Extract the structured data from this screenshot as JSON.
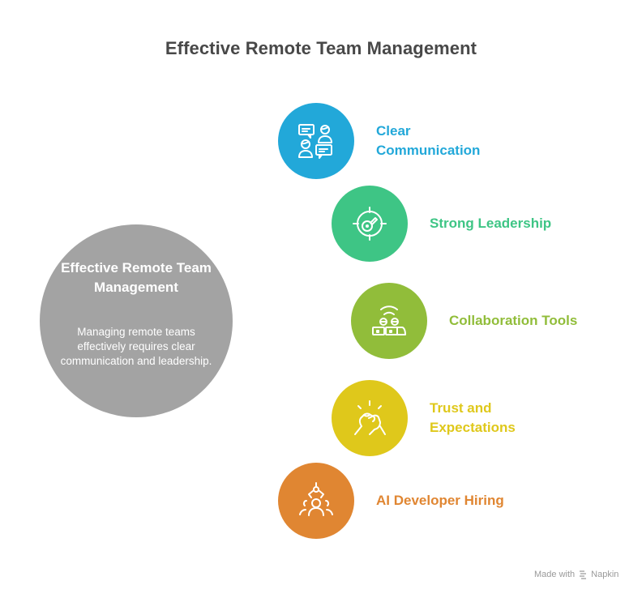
{
  "title": "Effective Remote Team Management",
  "hub": {
    "title": "Effective Remote Team Management",
    "description": "Managing remote teams effectively requires clear communication and leadership.",
    "color": "#a3a3a3"
  },
  "nodes": [
    {
      "label": "Clear Communication",
      "icon": "chat-people-icon",
      "color": "#22a8d9"
    },
    {
      "label": "Strong Leadership",
      "icon": "target-key-icon",
      "color": "#3ec585"
    },
    {
      "label": "Collaboration Tools",
      "icon": "team-laptops-icon",
      "color": "#91bd3a"
    },
    {
      "label": "Trust and Expectations",
      "icon": "handshake-icon",
      "color": "#dfc81b"
    },
    {
      "label": "AI Developer Hiring",
      "icon": "robot-claw-people-icon",
      "color": "#e08632"
    }
  ],
  "footer": {
    "made_with": "Made with",
    "brand": "Napkin"
  }
}
